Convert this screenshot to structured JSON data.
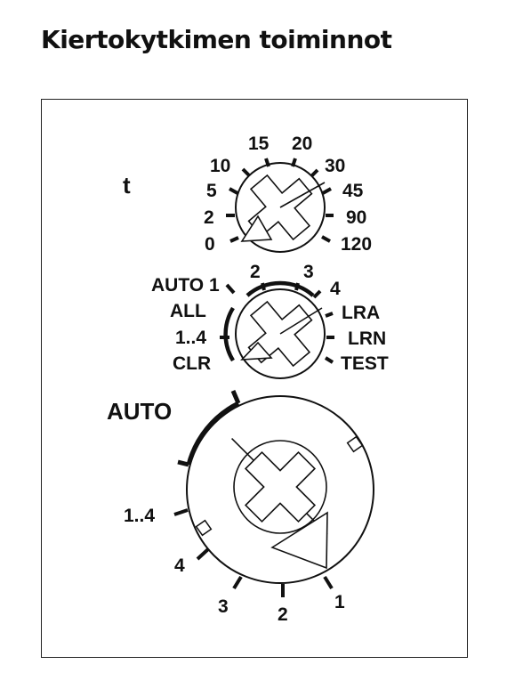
{
  "page": {
    "title": "Kiertokytkimen toiminnot"
  },
  "knob_t": {
    "symbol": "t",
    "left_scale": [
      "0",
      "2",
      "5",
      "10",
      "15"
    ],
    "right_scale": [
      "20",
      "30",
      "45",
      "90",
      "120"
    ]
  },
  "knob_mode": {
    "left_labels": [
      "AUTO 1",
      "ALL",
      "1..4",
      "CLR"
    ],
    "top_labels": [
      "2",
      "3",
      "4"
    ],
    "right_labels": [
      "LRA",
      "LRN",
      "TEST"
    ]
  },
  "knob_main": {
    "auto_label": "AUTO",
    "positions": [
      "1..4",
      "4",
      "3",
      "2",
      "1"
    ]
  }
}
